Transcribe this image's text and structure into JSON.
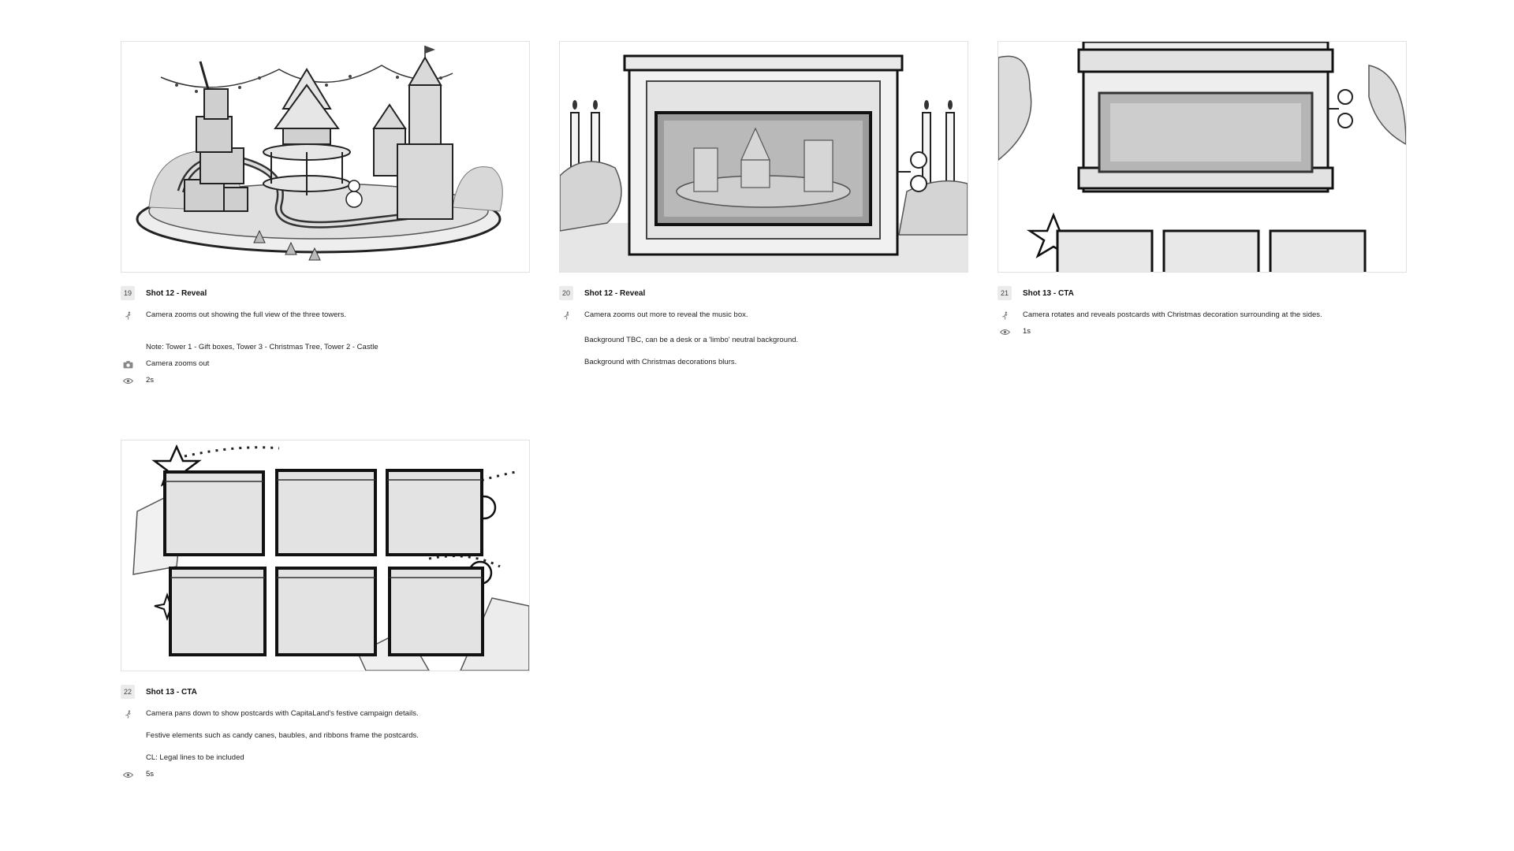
{
  "frames": [
    {
      "number": "19",
      "title": "Shot 12 - Reveal",
      "action": "Camera zooms out showing the full view of the three towers.",
      "note": "Note: Tower 1 - Gift boxes, Tower 3 - Christmas Tree, Tower 2 - Castle",
      "camera": "Camera zooms out",
      "duration": "2s",
      "icons": {
        "action": "running-figure-icon",
        "camera": "camera-icon",
        "duration": "eye-icon"
      }
    },
    {
      "number": "20",
      "title": "Shot 12 - Reveal",
      "action": "Camera zooms out more to reveal the music box.",
      "note1": "Background TBC, can be a desk or a 'limbo' neutral background.",
      "note2": "Background with Christmas decorations blurs.",
      "icons": {
        "action": "running-figure-icon"
      }
    },
    {
      "number": "21",
      "title": "Shot 13 - CTA",
      "action": "Camera rotates and reveals postcards with Christmas decoration surrounding at the sides.",
      "duration": "1s",
      "icons": {
        "action": "running-figure-icon",
        "duration": "eye-icon"
      }
    },
    {
      "number": "22",
      "title": "Shot 13 - CTA",
      "action": "Camera pans down to show postcards with CapitaLand's festive campaign details.",
      "note1": "Festive elements such as candy canes, baubles, and ribbons frame the postcards.",
      "note2": "CL: Legal lines to be included",
      "duration": "5s",
      "icons": {
        "action": "running-figure-icon",
        "duration": "eye-icon"
      }
    }
  ]
}
